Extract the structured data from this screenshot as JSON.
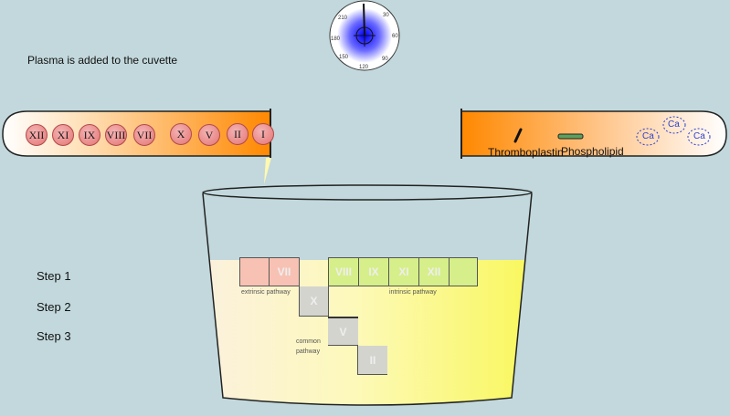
{
  "status": "Plasma is added to the cuvette",
  "timer": {
    "labels": [
      "210",
      "30",
      "180",
      "60",
      "150",
      "90",
      "120"
    ]
  },
  "steps": [
    "Step 1",
    "Step 2",
    "Step 3"
  ],
  "left_tube": {
    "factors": [
      "XII",
      "XI",
      "IX",
      "VIII",
      "VII",
      "X",
      "V",
      "II",
      "I"
    ]
  },
  "right_tube": {
    "thromboplastin": "Thromboplastin",
    "phospholipid": "Phospholipid",
    "calcium": [
      "Ca",
      "Ca",
      "Ca"
    ]
  },
  "pathway": {
    "extrinsic_cells": [
      "",
      "VII"
    ],
    "intrinsic_cells": [
      "VIII",
      "IX",
      "XI",
      "XII",
      ""
    ],
    "x_cell": "X",
    "v_cell": "V",
    "ii_cell": "II",
    "extrinsic_label": "extrinsic pathway",
    "intrinsic_label": "intrinsic pathway",
    "common_label_1": "common",
    "common_label_2": "pathway"
  },
  "colors": {
    "background": "#c2d8dc",
    "liquid": "#fafa6e",
    "tube_orange": "#ff8c00",
    "factor_pink": "#e98787",
    "calcium_blue": "#2b3fd1"
  }
}
